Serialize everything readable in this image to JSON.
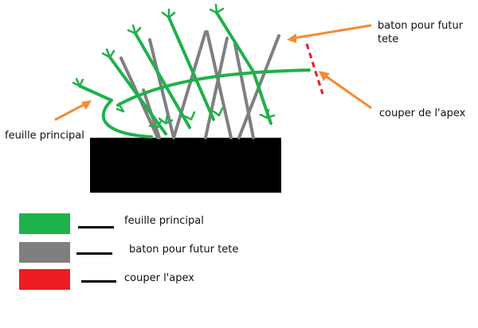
{
  "colors": {
    "green": "#1fb14a",
    "gray": "#7f7f7f",
    "red": "#ed1c24",
    "orange": "#f58a33",
    "black": "#000000"
  },
  "annotations": {
    "baton": "baton pour futur tete",
    "couper": "couper de l'apex",
    "feuille": "feuille principal"
  },
  "legend": [
    {
      "label": "feuille principal",
      "color": "#1fb14a"
    },
    {
      "label": "baton pour futur tete",
      "color": "#7f7f7f"
    },
    {
      "label": "couper l'apex",
      "color": "#ed1c24"
    }
  ]
}
